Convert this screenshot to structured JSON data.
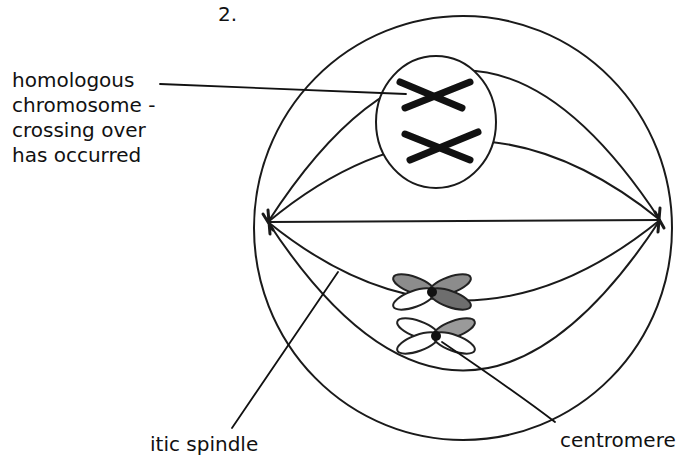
{
  "diagram": {
    "labels": [
      "2.",
      "homologous chromosome - crossing over has occurred",
      "centromere",
      "itic spindle"
    ]
  }
}
